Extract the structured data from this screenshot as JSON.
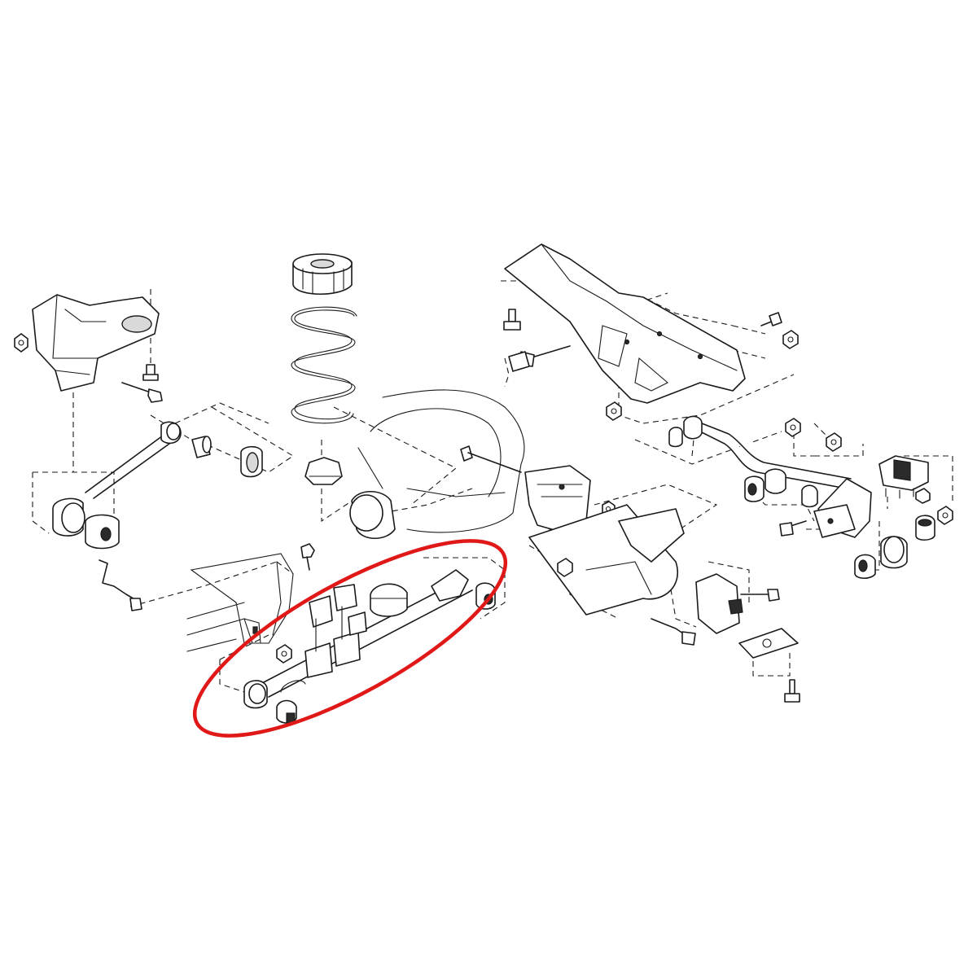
{
  "diagram": {
    "type": "exploded-parts-view",
    "subject": "rear-suspension-assembly",
    "highlight": {
      "shape": "ellipse",
      "color": "#e01818",
      "encircles": "trailing-arm-link"
    },
    "palette": {
      "line": "#1a1a1a",
      "background": "#ffffff"
    }
  }
}
